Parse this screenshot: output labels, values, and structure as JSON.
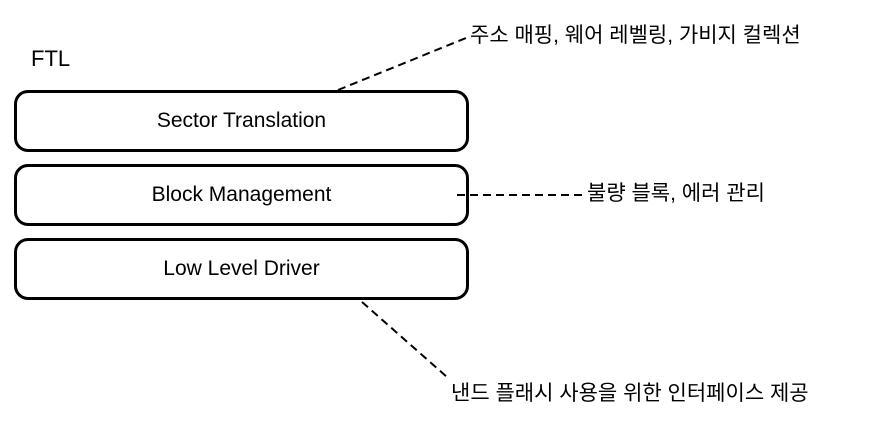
{
  "diagram": {
    "group_label": "FTL",
    "boxes": [
      {
        "label": "Sector Translation"
      },
      {
        "label": "Block Management"
      },
      {
        "label": "Low Level Driver"
      }
    ],
    "annotations": [
      {
        "target": "Sector Translation",
        "text": "주소 매핑, 웨어 레벨링, 가비지 컬렉션"
      },
      {
        "target": "Block Management",
        "text": "불량 블록, 에러 관리"
      },
      {
        "target": "Low Level Driver",
        "text": "낸드 플래시 사용을 위한 인터페이스 제공"
      }
    ],
    "colors": {
      "background": "#ffffff",
      "stroke": "#000000",
      "text": "#000000"
    }
  }
}
